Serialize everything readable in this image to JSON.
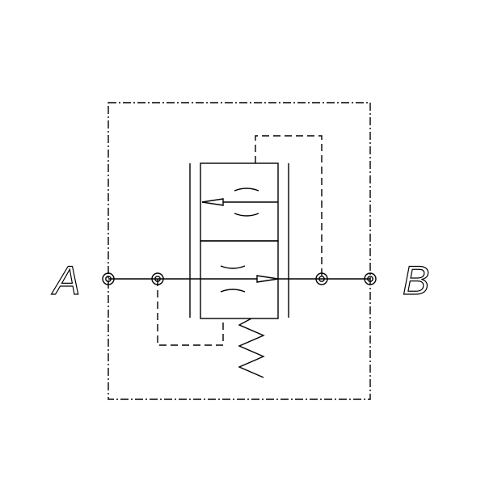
{
  "diagram": {
    "kind": "hydraulic-schematic",
    "port_left": {
      "label": "A"
    },
    "port_right": {
      "label": "B"
    },
    "line_color": "#000000",
    "background": "#ffffff"
  }
}
